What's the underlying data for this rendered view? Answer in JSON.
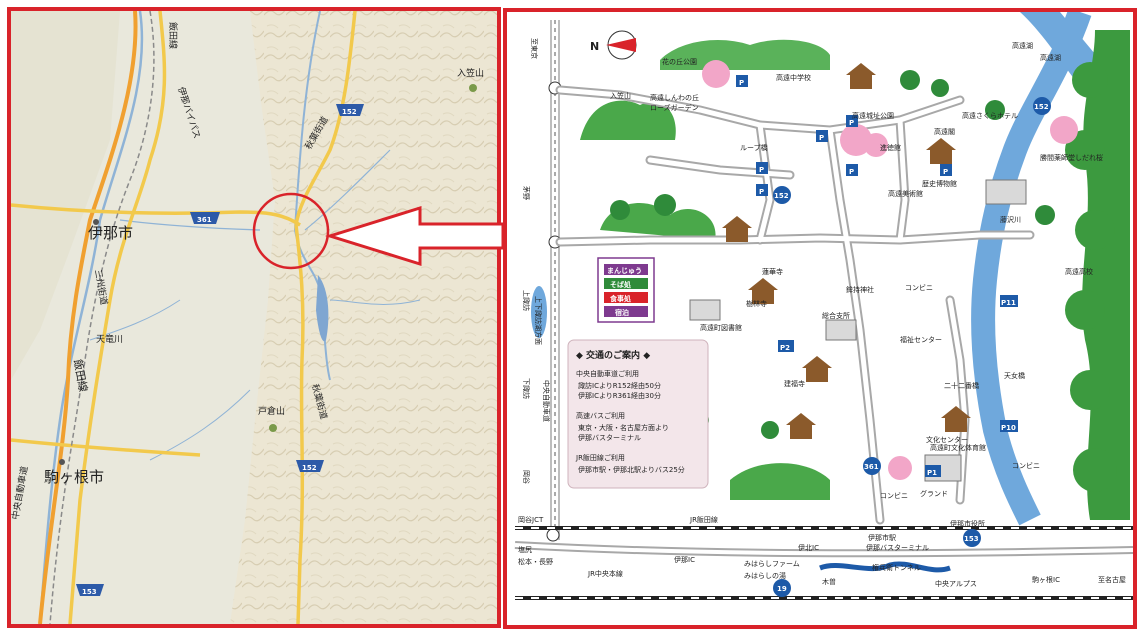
{
  "overview_map": {
    "frame_color": "#d9232a",
    "cities": [
      "伊那市",
      "駒ヶ根市"
    ],
    "rivers": [
      "天竜川"
    ],
    "mountains": [
      "入笠山",
      "戸倉山"
    ],
    "rail": [
      "飯田線",
      "飯田線"
    ],
    "roads": [
      "中央自動車道",
      "伊那バイパス",
      "三州街道",
      "秋葉街道",
      "秋葉街道"
    ],
    "route_shields": [
      "361",
      "152",
      "152",
      "153"
    ],
    "highlight": {
      "shape": "circle",
      "color": "#d9232a"
    }
  },
  "detail_map": {
    "north_label": "N",
    "header_labels": [
      "至東京",
      "上下諏訪湖方面"
    ],
    "road_side_labels": [
      "茅野",
      "上諏訪",
      "下諏訪",
      "中央自動車道",
      "岡谷"
    ],
    "places": [
      "花の丘公園",
      "高遠しんわの丘",
      "ローズガーデン",
      "入笠山",
      "ループ橋",
      "高遠中学校",
      "高遠城址公園",
      "高遠美術館",
      "高遠さくらホテル",
      "歴史博物館",
      "藤沢川",
      "勝間薬師堂しだれ桜",
      "高遠湖",
      "高遠閣",
      "進徳館",
      "鉾持神社",
      "高遠町文化体育館",
      "高遠高校",
      "福祉センター",
      "総合支所",
      "伊那市役所",
      "文化センター",
      "二十二番橋",
      "天女橋",
      "建福寺",
      "蓮華寺",
      "樹林寺",
      "グランド",
      "高遠町図書館",
      "高遠湖",
      "コンビニ",
      "コンビニ",
      "コンビニ",
      "中央アルプス",
      "みはらしファーム",
      "みはらしの湯",
      "権兵衛トンネル",
      "木曽"
    ],
    "lower_labels": [
      "岡谷JCT",
      "JR飯田線",
      "伊那IC",
      "伊北IC",
      "伊那市駅",
      "伊那バスターミナル",
      "JR中央本線",
      "駒ヶ根IC",
      "至名古屋",
      "塩尻",
      "松本・長野"
    ],
    "parking_labels": [
      "P",
      "P",
      "P",
      "P",
      "P",
      "P",
      "P",
      "P1",
      "P2",
      "P10",
      "P11"
    ],
    "road_shields": [
      "152",
      "152",
      "361",
      "153",
      "19"
    ],
    "legend": [
      {
        "label": "まんじゅう",
        "color": "#7e3a8f"
      },
      {
        "label": "そば処",
        "color": "#2f8b3a"
      },
      {
        "label": "食事処",
        "color": "#d9232a"
      },
      {
        "label": "宿泊",
        "color": "#7e3a8f"
      }
    ],
    "info_box": {
      "title": "◆ 交通のご案内 ◆",
      "sections": [
        {
          "heading": "中央自動車道ご利用",
          "lines": [
            "諏訪ICよりR152経由50分",
            "伊那ICよりR361経由30分"
          ]
        },
        {
          "heading": "高速バスご利用",
          "lines": [
            "東京・大阪・名古屋方面より",
            "伊那バスターミナル"
          ]
        },
        {
          "heading": "JR飯田線ご利用",
          "lines": [
            "伊那市駅・伊那北駅よりバス25分"
          ]
        }
      ]
    },
    "frame_color": "#d9232a"
  },
  "pointer_arrow": {
    "direction": "left",
    "color": "#d9232a"
  }
}
